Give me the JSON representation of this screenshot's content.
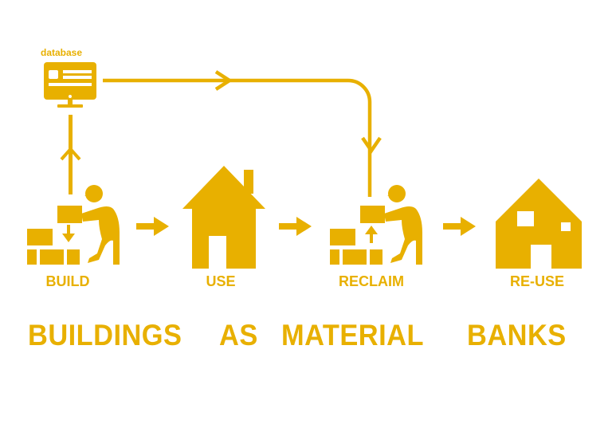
{
  "diagram": {
    "title_words": [
      "BUILDINGS",
      "AS",
      "MATERIAL",
      "BANKS"
    ],
    "database_label": "database",
    "stages": [
      {
        "id": "build",
        "label": "BUILD"
      },
      {
        "id": "use",
        "label": "USE"
      },
      {
        "id": "reclaim",
        "label": "RECLAIM"
      },
      {
        "id": "reuse",
        "label": "RE-USE"
      }
    ],
    "flows": [
      {
        "from": "build",
        "to": "database",
        "style": "line-arrow-up"
      },
      {
        "from": "database",
        "to": "reclaim",
        "style": "line-arrow-right-then-down"
      },
      {
        "from": "build",
        "to": "use",
        "style": "block-arrow"
      },
      {
        "from": "use",
        "to": "reclaim",
        "style": "block-arrow"
      },
      {
        "from": "reclaim",
        "to": "reuse",
        "style": "block-arrow"
      }
    ],
    "colors": {
      "accent": "#e8b000",
      "background": "#ffffff"
    }
  }
}
